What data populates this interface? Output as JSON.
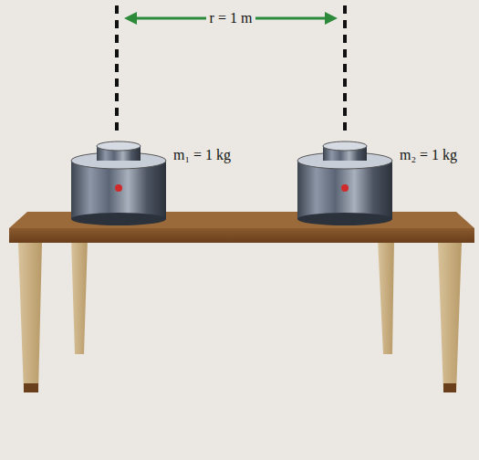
{
  "diagram": {
    "labels": [
      "r = 1 m",
      "m₁ = 1 kg",
      "m₂ = 1 kg"
    ]
  }
}
